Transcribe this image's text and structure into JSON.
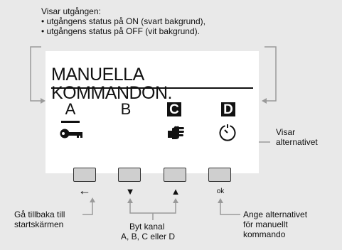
{
  "top_note": {
    "heading": "Visar utgången:",
    "line_on": "• utgångens status på ON (svart bakgrund),",
    "line_off": "• utgångens status på OFF (vit bakgrund)."
  },
  "display": {
    "title": "MANUELLA KOMMANDON.",
    "channels": [
      {
        "label": "A",
        "state": "selected"
      },
      {
        "label": "B",
        "state": "off"
      },
      {
        "label": "C",
        "state": "on"
      },
      {
        "label": "D",
        "state": "on"
      }
    ],
    "icons": [
      "key-icon",
      "hand-icon",
      "timer-icon"
    ]
  },
  "side_note": {
    "line1": "Visar",
    "line2": "alternativet"
  },
  "buttons": [
    {
      "name": "back-button",
      "glyph": "←"
    },
    {
      "name": "down-button",
      "glyph": "▼"
    },
    {
      "name": "up-button",
      "glyph": "▲"
    },
    {
      "name": "ok-button",
      "glyph": "ok"
    }
  ],
  "bottom_notes": {
    "back_line1": "Gå tillbaka till",
    "back_line2": "startskärmen",
    "change_line1": "Byt kanal",
    "change_line2": "A, B, C eller D",
    "ok_line1": "Ange alternativet",
    "ok_line2": "för manuellt",
    "ok_line3": "kommando"
  },
  "colors": {
    "background": "#e9e9e9",
    "panel": "#ffffff",
    "connector": "#9a9a9a",
    "button_fill": "#cfcfcf"
  }
}
